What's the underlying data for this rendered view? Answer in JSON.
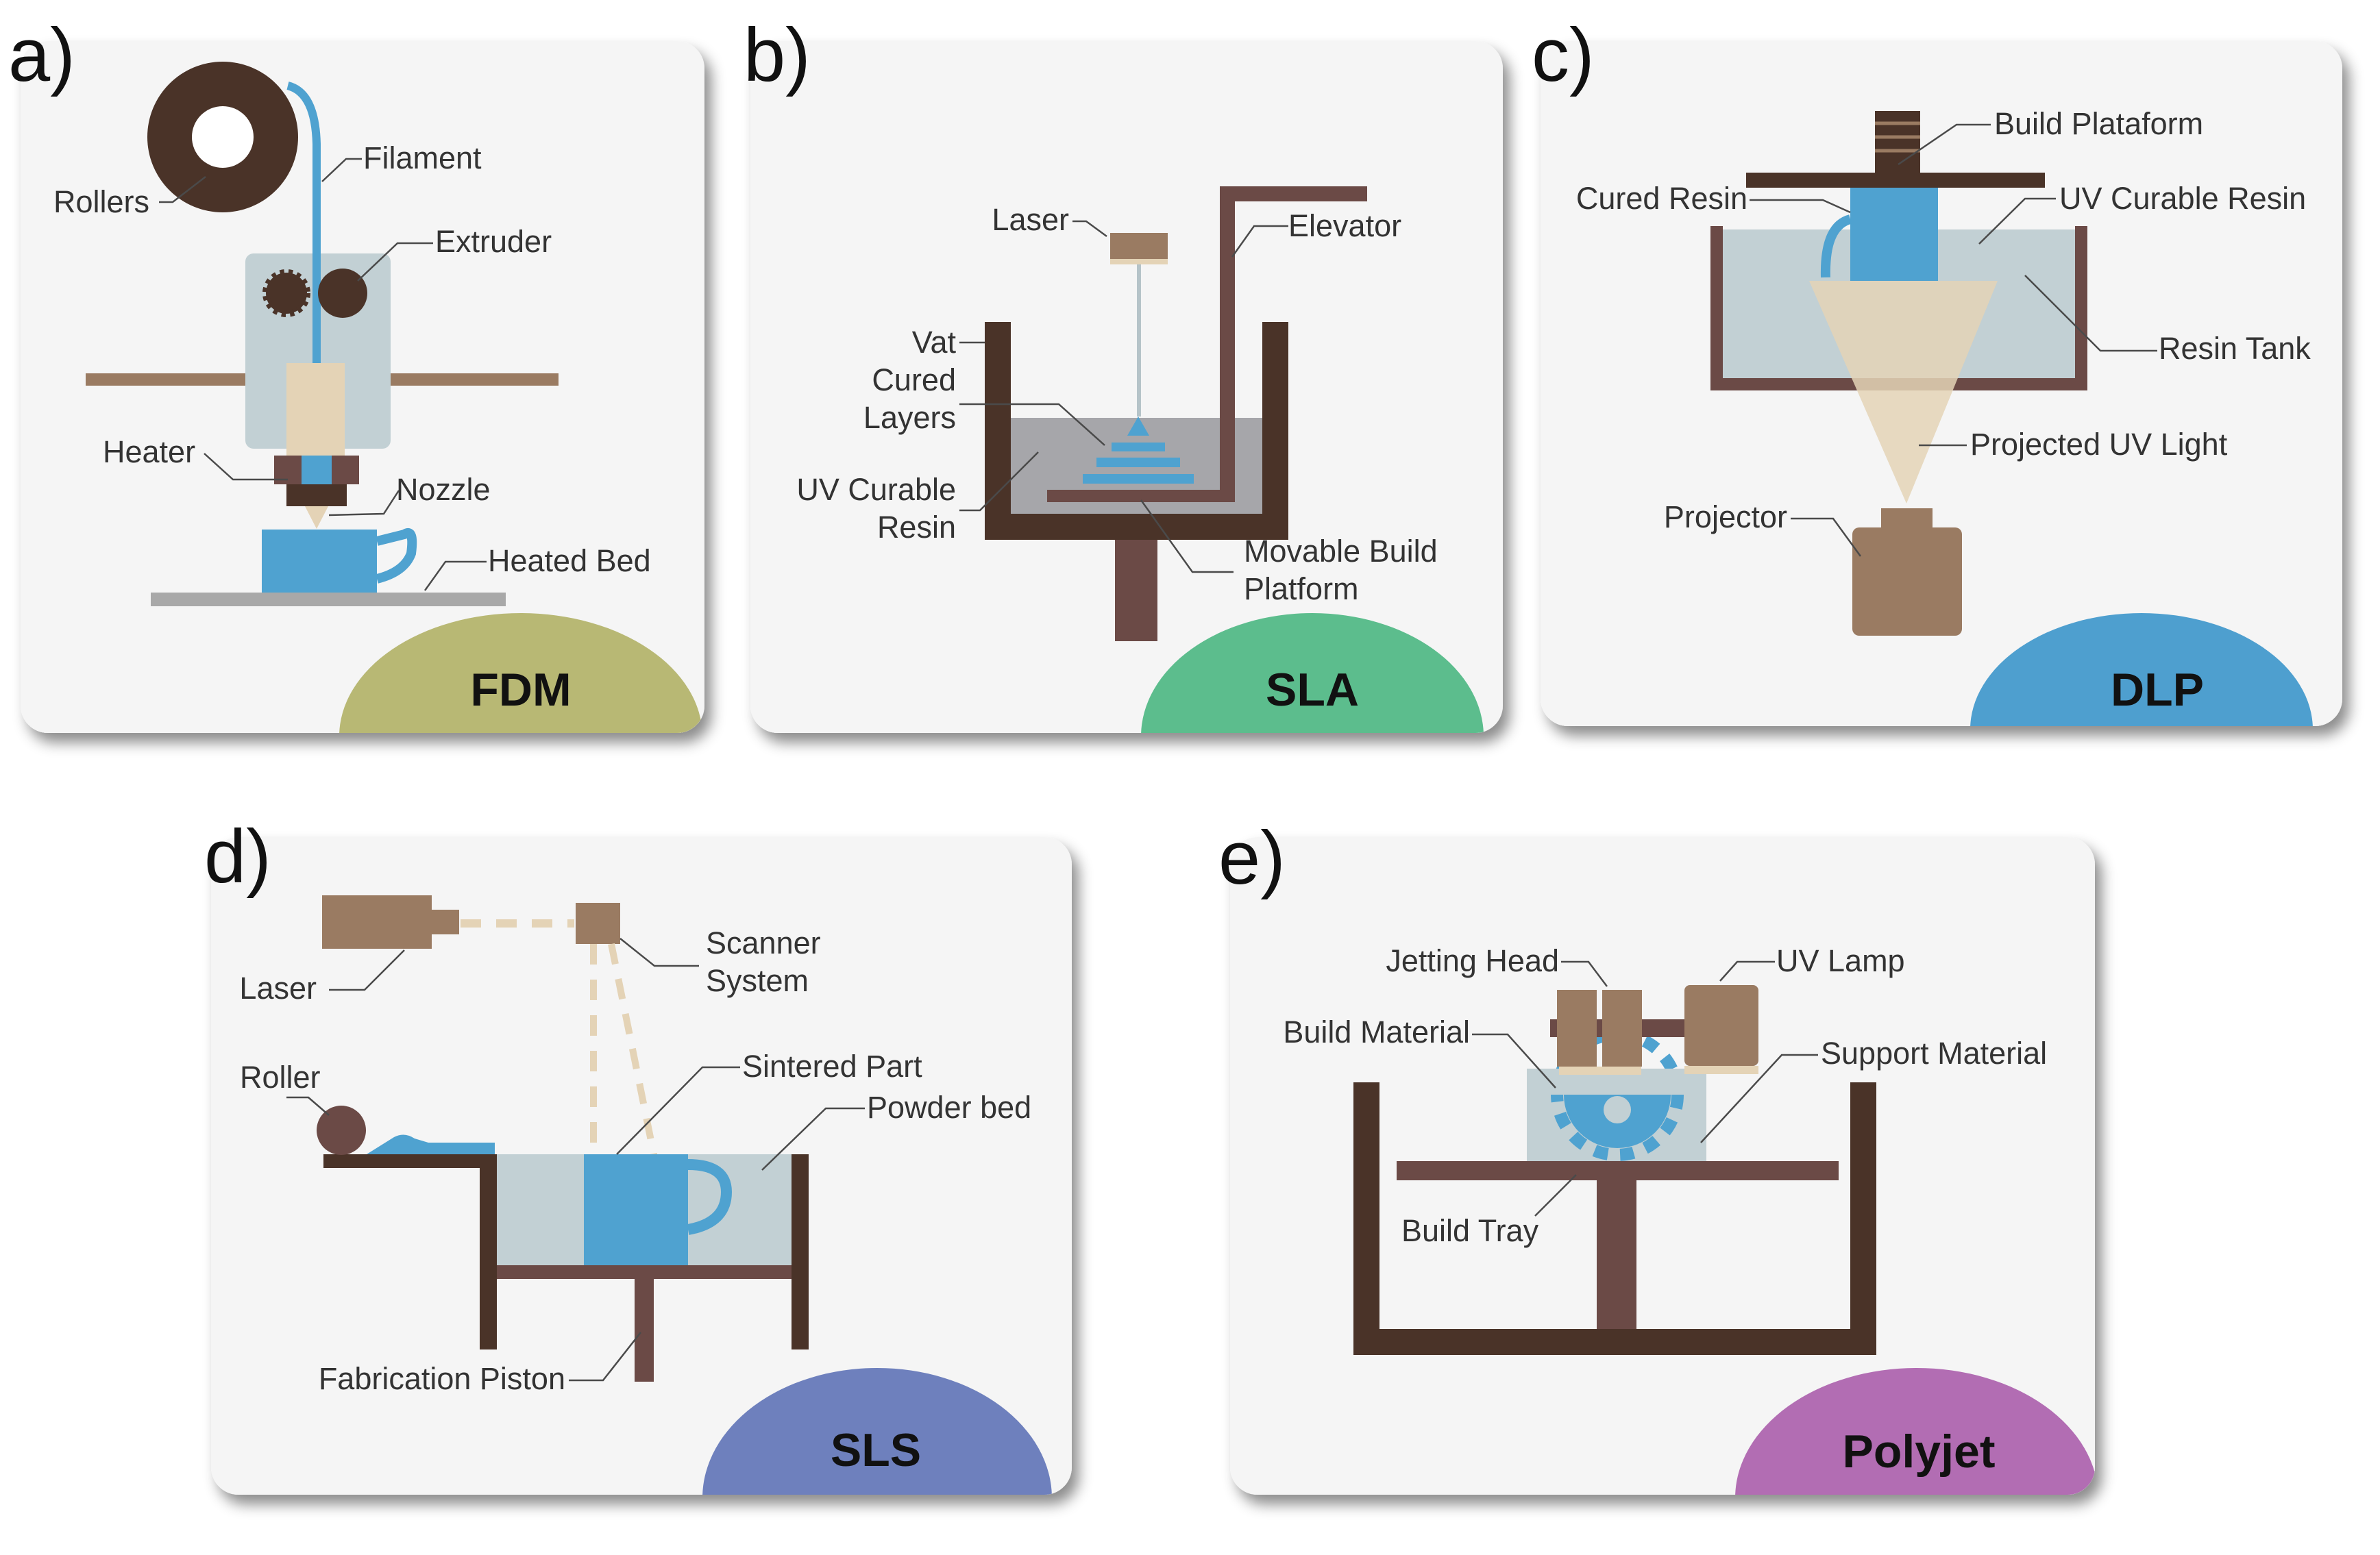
{
  "colors": {
    "card": "#f5f5f5",
    "dark_brown": "#4a3328",
    "brown": "#9a7b62",
    "maroon": "#6b4a46",
    "blue": "#4fa2d0",
    "resin": "#c2d0d4",
    "tan": "#e4d3b6",
    "gray": "#a8a8a8",
    "fdm_badge": "#b8b874",
    "sla_badge": "#5cbd8d",
    "dlp_badge": "#4e9fcf",
    "sls_badge": "#6e80bd",
    "polyjet_badge": "#b26db3"
  },
  "panels": {
    "a": {
      "letter": "a)",
      "badge": "FDM",
      "labels": {
        "rollers": "Rollers",
        "filament": "Filament",
        "extruder": "Extruder",
        "heater": "Heater",
        "nozzle": "Nozzle",
        "heated_bed": "Heated Bed"
      }
    },
    "b": {
      "letter": "b)",
      "badge": "SLA",
      "labels": {
        "laser": "Laser",
        "elevator": "Elevator",
        "vat": "Vat",
        "cured_layers_1": "Cured",
        "cured_layers_2": "Layers",
        "uv_resin_1": "UV Curable",
        "uv_resin_2": "Resin",
        "platform_1": "Movable Build",
        "platform_2": "Platform"
      }
    },
    "c": {
      "letter": "c)",
      "badge": "DLP",
      "labels": {
        "build_platform": "Build Plataform",
        "cured_resin": "Cured Resin",
        "uv_curable_resin": "UV Curable Resin",
        "resin_tank": "Resin Tank",
        "projected_uv_light": "Projected UV Light",
        "projector": "Projector"
      }
    },
    "d": {
      "letter": "d)",
      "badge": "SLS",
      "labels": {
        "laser": "Laser",
        "scanner_1": "Scanner",
        "scanner_2": "System",
        "roller": "Roller",
        "sintered_part": "Sintered Part",
        "powder_bed": "Powder bed",
        "fabrication_piston": "Fabrication Piston"
      }
    },
    "e": {
      "letter": "e)",
      "badge": "Polyjet",
      "labels": {
        "jetting_head": "Jetting Head",
        "uv_lamp": "UV Lamp",
        "build_material": "Build Material",
        "support_material": "Support Material",
        "build_tray": "Build Tray"
      }
    }
  }
}
